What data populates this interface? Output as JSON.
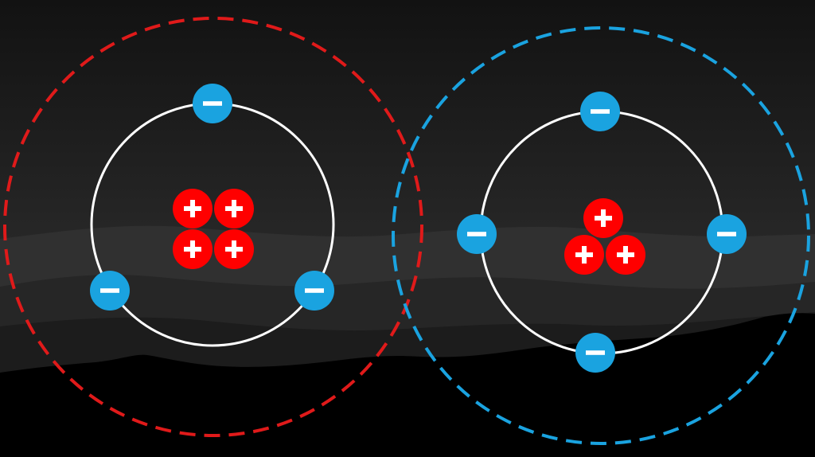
{
  "colors": {
    "sky_top": "#141414",
    "sky_bottom": "#353535",
    "ridge_far": "#2d2d2d",
    "ridge_mid": "#222222",
    "ground": "#000000",
    "orbit": "#ffffff",
    "proton": "#ff0000",
    "electron": "#1aa3e0",
    "sign": "#ffffff",
    "left_field": "#e01a1a",
    "right_field": "#1aa3e0"
  },
  "icons": {
    "proton": "plus-sign-icon",
    "electron": "minus-sign-icon"
  },
  "atoms": [
    {
      "name": "left-atom",
      "protons": 4,
      "electrons": 3,
      "field_color": "red"
    },
    {
      "name": "right-atom",
      "protons": 3,
      "electrons": 4,
      "field_color": "blue"
    }
  ]
}
